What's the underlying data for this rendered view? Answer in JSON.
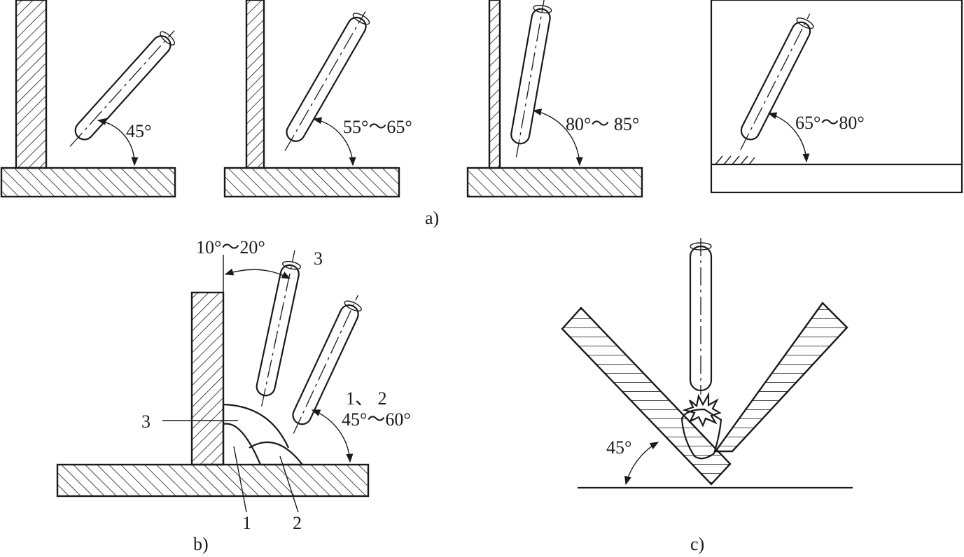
{
  "panel_a": {
    "caption": "a)",
    "angles": [
      "45°",
      "55°～65°",
      "80°～ 85°",
      "65°～80°"
    ]
  },
  "panel_b": {
    "caption": "b)",
    "angle_top": "10°～20°",
    "angle_side_num": "1、 2",
    "angle_side": "45°～60°",
    "electrode_label": "3",
    "pass_labels": [
      "3",
      "1",
      "2"
    ]
  },
  "panel_c": {
    "caption": "c)",
    "angle": "45°"
  }
}
